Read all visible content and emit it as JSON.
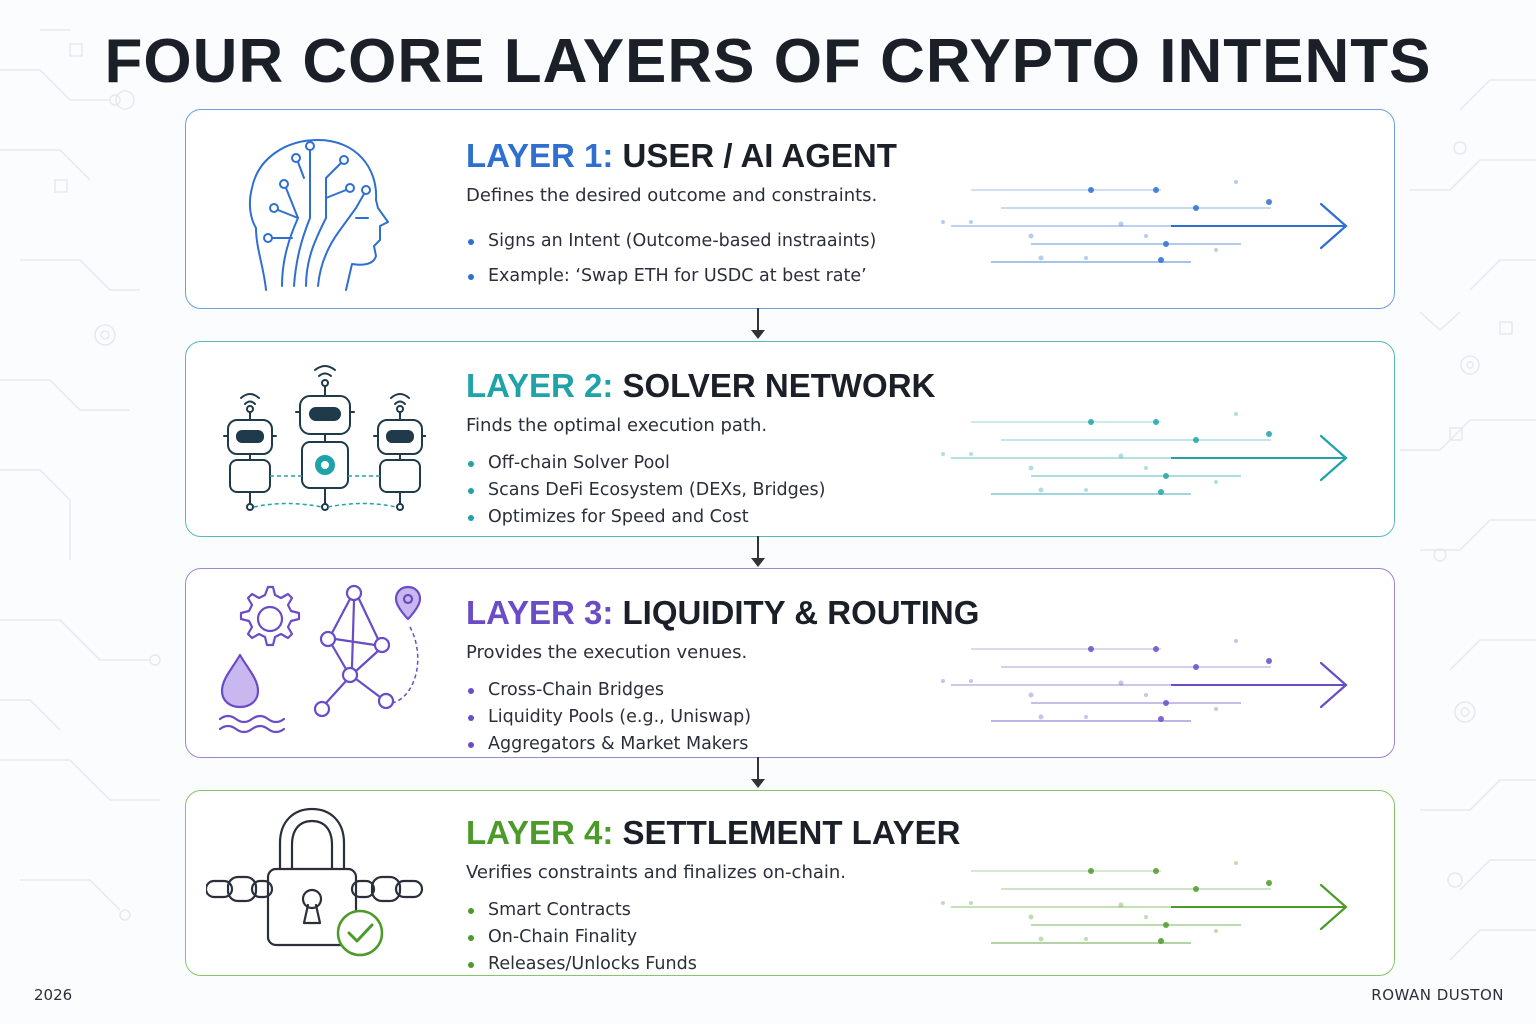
{
  "title": "FOUR CORE LAYERS OF CRYPTO INTENTS",
  "layers": [
    {
      "prefix": "LAYER 1:",
      "name": "USER / AI AGENT",
      "description": "Defines the desired outcome and constraints.",
      "bullets": [
        "Signs an Intent (Outcome-based instraaints)",
        "Example: ‘Swap ETH for USDC at best rate’"
      ],
      "color": "#2f6fd0",
      "icon": "ai-head-icon"
    },
    {
      "prefix": "LAYER 2:",
      "name": "SOLVER NETWORK",
      "description": "Finds the optimal execution path.",
      "bullets": [
        "Off-chain Solver Pool",
        "Scans DeFi Ecosystem (DEXs, Bridges)",
        "Optimizes for Speed and Cost"
      ],
      "color": "#1fa3a8",
      "icon": "solver-robots-icon"
    },
    {
      "prefix": "LAYER 3:",
      "name": "LIQUIDITY & ROUTING",
      "description": "Provides the execution venues.",
      "bullets": [
        "Cross-Chain Bridges",
        "Liquidity Pools (e.g., Uniswap)",
        "Aggregators & Market Makers"
      ],
      "color": "#6a4cc7",
      "icon": "liquidity-routing-icon"
    },
    {
      "prefix": "LAYER 4:",
      "name": "SETTLEMENT LAYER",
      "description": "Verifies constraints and finalizes on-chain.",
      "bullets": [
        "Smart Contracts",
        "On-Chain Finality",
        "Releases/Unlocks Funds"
      ],
      "color": "#4c9a2a",
      "icon": "padlock-chain-icon"
    }
  ],
  "footer": {
    "year": "2026",
    "author": "ROWAN DUSTON"
  }
}
